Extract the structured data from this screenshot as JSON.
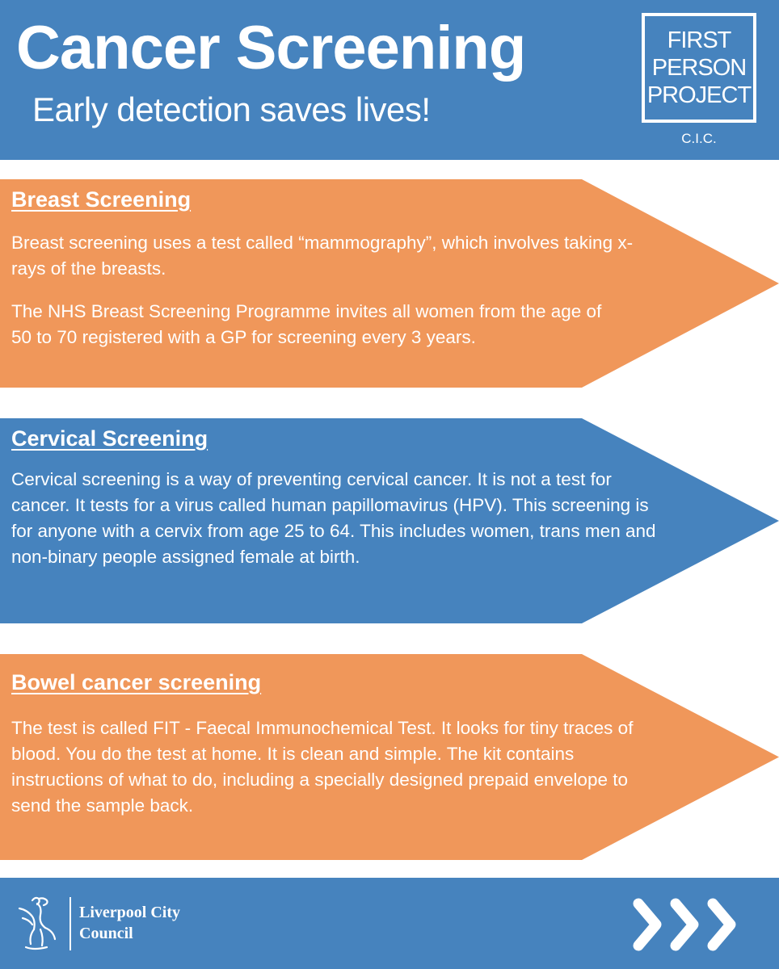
{
  "header": {
    "title": "Cancer Screening",
    "subtitle": "Early detection saves lives!",
    "logo": {
      "lines": [
        "FIRST",
        "PERSON",
        "PROJECT"
      ],
      "suffix": "C.I.C."
    }
  },
  "sections": [
    {
      "heading": "Breast Screening",
      "paragraphs": [
        "Breast screening uses a test called “mammography”, which involves taking x-rays of the breasts.",
        "The NHS Breast Screening Programme invites all women from the age of 50 to 70 registered with a GP for screening every 3 years."
      ]
    },
    {
      "heading": "Cervical Screening",
      "paragraphs": [
        "Cervical screening is a way of preventing cervical cancer. It is not a test for cancer. It tests for a virus called human papillomavirus (HPV). This screening is for anyone with a cervix from age 25 to 64. This includes women, trans men and non-binary people assigned female at birth."
      ]
    },
    {
      "heading": "Bowel cancer screening",
      "paragraphs": [
        "The test is called FIT - Faecal Immunochemical Test. It looks for tiny traces of blood. You do the test at home. It is clean and simple. The kit contains instructions of what to do, including a specially designed prepaid envelope to send the sample back."
      ]
    }
  ],
  "footer": {
    "council_name": "Liverpool City Council",
    "icons": [
      "liver-bird-icon",
      "triple-chevron-right-icon"
    ]
  },
  "colors": {
    "blue": "#4683be",
    "orange": "#f0975a",
    "text": "#ffffff"
  }
}
